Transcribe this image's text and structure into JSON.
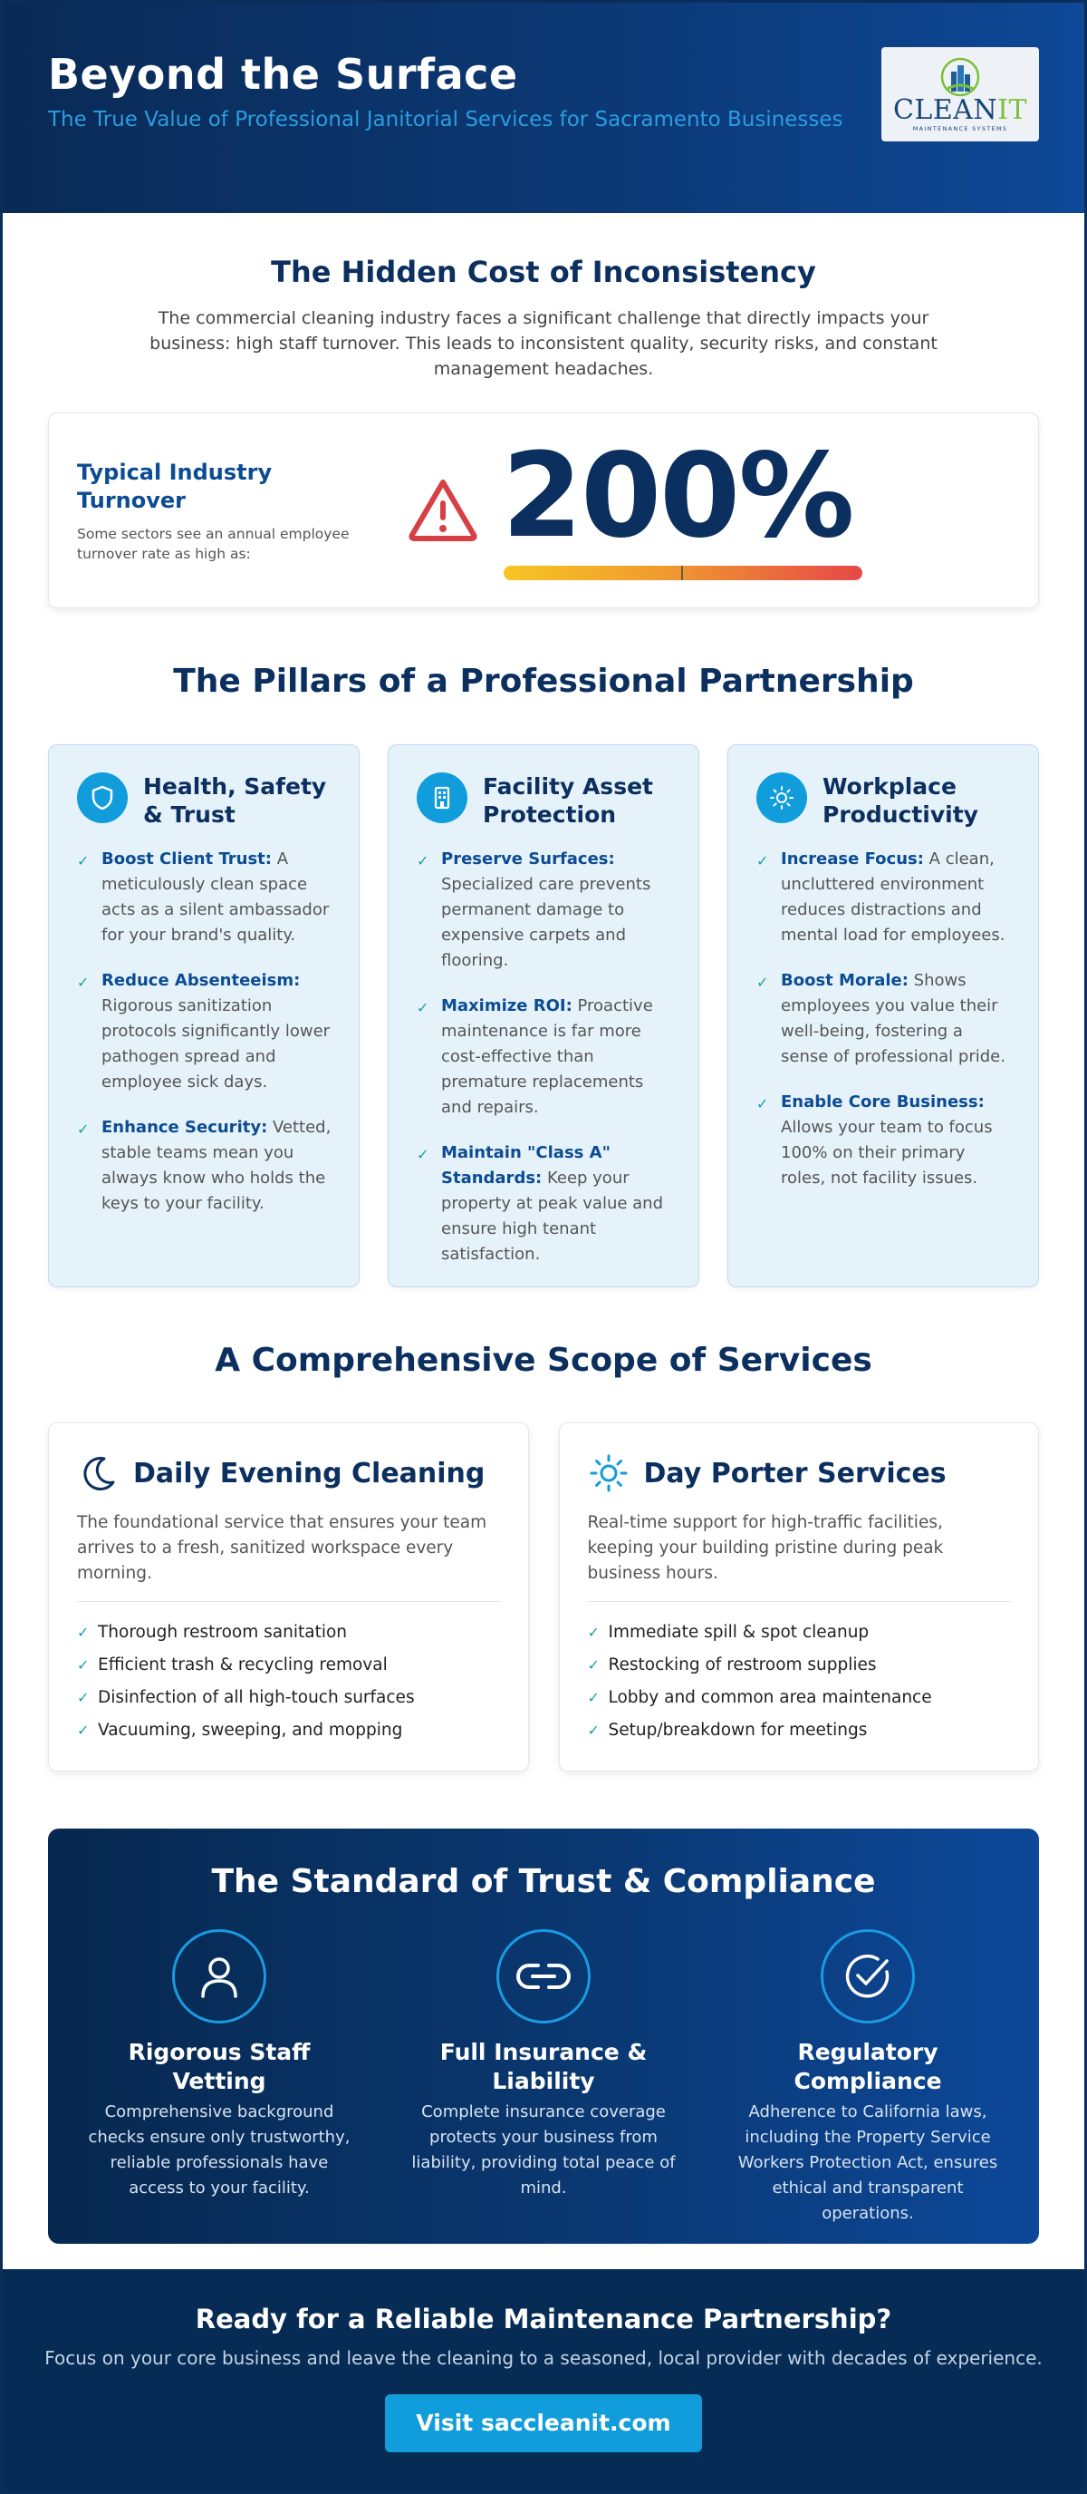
{
  "header": {
    "title": "Beyond the Surface",
    "subtitle": "The True Value of Professional Janitorial Services for Sacramento Businesses",
    "logo": {
      "word_main": "CLEAN",
      "word_accent": "IT",
      "tagline": "MAINTENANCE SYSTEMS"
    }
  },
  "hidden_cost": {
    "heading": "The Hidden Cost of Inconsistency",
    "intro": "The commercial cleaning industry faces a significant challenge that directly impacts your business: high staff turnover. This leads to inconsistent quality, security risks, and constant management headaches.",
    "card_title": "Typical Industry Turnover",
    "card_sub": "Some sectors see an annual employee turnover rate as high as:",
    "value": "200%",
    "icon": "warning-icon"
  },
  "pillars": {
    "heading": "The Pillars of a Professional Partnership",
    "items": [
      {
        "icon": "shield-icon",
        "title": "Health, Safety & Trust",
        "points": [
          {
            "lead": "Boost Client Trust:",
            "text": " A meticulously clean space acts as a silent ambassador for your brand's quality."
          },
          {
            "lead": "Reduce Absenteeism:",
            "text": " Rigorous sanitization protocols significantly lower pathogen spread and employee sick days."
          },
          {
            "lead": "Enhance Security:",
            "text": " Vetted, stable teams mean you always know who holds the keys to your facility."
          }
        ]
      },
      {
        "icon": "building-icon",
        "title": "Facility Asset Protection",
        "points": [
          {
            "lead": "Preserve Surfaces:",
            "text": " Specialized care prevents permanent damage to expensive carpets and flooring."
          },
          {
            "lead": "Maximize ROI:",
            "text": " Proactive maintenance is far more cost-effective than premature replacements and repairs."
          },
          {
            "lead": "Maintain \"Class A\" Standards:",
            "text": " Keep your property at peak value and ensure high tenant satisfaction."
          }
        ]
      },
      {
        "icon": "sun-icon",
        "title": "Workplace Productivity",
        "points": [
          {
            "lead": "Increase Focus:",
            "text": " A clean, uncluttered environment reduces distractions and mental load for employees."
          },
          {
            "lead": "Boost Morale:",
            "text": " Shows employees you value their well-being, fostering a sense of professional pride."
          },
          {
            "lead": "Enable Core Business:",
            "text": " Allows your team to focus 100% on their primary roles, not facility issues."
          }
        ]
      }
    ]
  },
  "services": {
    "heading": "A Comprehensive Scope of Services",
    "items": [
      {
        "icon": "moon-icon",
        "title": "Daily Evening Cleaning",
        "desc": "The foundational service that ensures your team arrives to a fresh, sanitized workspace every morning.",
        "list": [
          "Thorough restroom sanitation",
          "Efficient trash & recycling removal",
          "Disinfection of all high-touch surfaces",
          "Vacuuming, sweeping, and mopping"
        ]
      },
      {
        "icon": "sun-icon",
        "title": "Day Porter Services",
        "desc": "Real-time support for high-traffic facilities, keeping your building pristine during peak business hours.",
        "list": [
          "Immediate spill & spot cleanup",
          "Restocking of restroom supplies",
          "Lobby and common area maintenance",
          "Setup/breakdown for meetings"
        ]
      }
    ]
  },
  "trust": {
    "heading": "The Standard of Trust & Compliance",
    "items": [
      {
        "icon": "user-icon",
        "title": "Rigorous Staff Vetting",
        "desc": "Comprehensive background checks ensure only trustworthy, reliable professionals have access to your facility."
      },
      {
        "icon": "link-icon",
        "title": "Full Insurance & Liability",
        "desc": "Complete insurance coverage protects your business from liability, providing total peace of mind."
      },
      {
        "icon": "check-circle-icon",
        "title": "Regulatory Compliance",
        "desc": "Adherence to California laws, including the Property Service Workers Protection Act, ensures ethical and transparent operations."
      }
    ]
  },
  "cta": {
    "title": "Ready for a Reliable Maintenance Partnership?",
    "subtitle": "Focus on your core business and leave the cleaning to a seasoned, local provider with decades of experience.",
    "button": "Visit saccleanit.com"
  },
  "colors": {
    "navy": "#0b2f5e",
    "accent_blue": "#119ddb",
    "check_teal": "#17a3a0",
    "logo_green": "#7cbf3a",
    "warning_red": "#d64045"
  }
}
